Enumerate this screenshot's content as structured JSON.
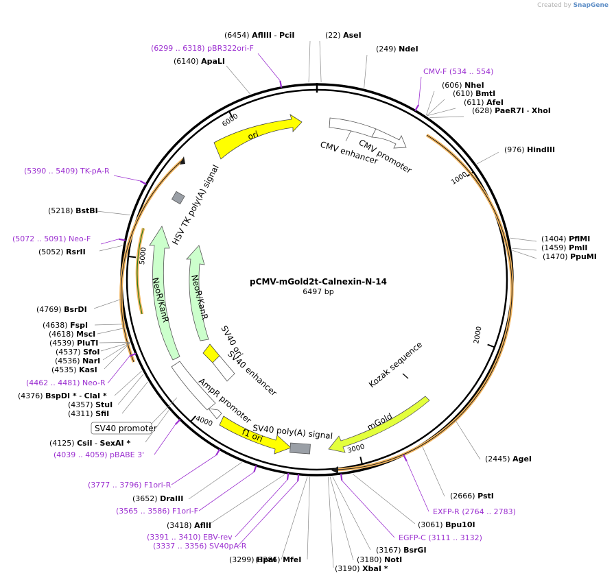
{
  "watermark": {
    "created_by": "Created by",
    "brand": "SnapGene"
  },
  "map": {
    "name": "pCMV-mGold2t-Calnexin-N-14",
    "length_label": "6497 bp",
    "total_bp": 6497,
    "ticks": [
      "1000",
      "2000",
      "3000",
      "4000",
      "5000",
      "6000"
    ]
  },
  "sites": [
    {
      "pos": "(6454)",
      "name": "AflIII",
      "pos2": "",
      "name2": "PciI",
      "bp": 6454
    },
    {
      "pos": "(22)",
      "name": "AseI",
      "bp": 22
    },
    {
      "pos": "(249)",
      "name": "NdeI",
      "bp": 249
    },
    {
      "pos": "(6140)",
      "name": "ApaLI",
      "bp": 6140
    },
    {
      "pos": "(606)",
      "name": "NheI",
      "bp": 606
    },
    {
      "pos": "(610)",
      "name": "BmtI",
      "bp": 610
    },
    {
      "pos": "(611)",
      "name": "AfeI",
      "bp": 611
    },
    {
      "pos": "(628)",
      "name": "PaeR7I",
      "name2": "XhoI",
      "bp": 628
    },
    {
      "pos": "(976)",
      "name": "HindIII",
      "bp": 976
    },
    {
      "pos": "(1404)",
      "name": "PflMI",
      "bp": 1404
    },
    {
      "pos": "(1459)",
      "name": "PmlI",
      "bp": 1459
    },
    {
      "pos": "(1470)",
      "name": "PpuMI",
      "bp": 1470
    },
    {
      "pos": "(2445)",
      "name": "AgeI",
      "bp": 2445
    },
    {
      "pos": "(2666)",
      "name": "PstI",
      "bp": 2666
    },
    {
      "pos": "(3061)",
      "name": "Bpu10I",
      "bp": 3061
    },
    {
      "pos": "(3167)",
      "name": "BsrGI",
      "bp": 3167
    },
    {
      "pos": "(3180)",
      "name": "NotI",
      "bp": 3180
    },
    {
      "pos": "(3190)",
      "name": "XbaI *",
      "bp": 3190
    },
    {
      "pos": "(3286)",
      "name": "MfeI",
      "bp": 3286
    },
    {
      "pos": "(3299)",
      "name": "HpaI",
      "bp": 3299
    },
    {
      "pos": "(3418)",
      "name": "AflII",
      "bp": 3418
    },
    {
      "pos": "(3652)",
      "name": "DraIII",
      "bp": 3652
    },
    {
      "pos": "(4125)",
      "name": "CsiI",
      "name2": "SexAI *",
      "bp": 4125
    },
    {
      "pos": "(4311)",
      "name": "SfiI",
      "bp": 4311
    },
    {
      "pos": "(4357)",
      "name": "StuI",
      "bp": 4357
    },
    {
      "pos": "(4376)",
      "name": "BspDI *",
      "name2": "ClaI *",
      "bp": 4376
    },
    {
      "pos": "(4535)",
      "name": "KasI",
      "bp": 4535
    },
    {
      "pos": "(4536)",
      "name": "NarI",
      "bp": 4536
    },
    {
      "pos": "(4537)",
      "name": "SfoI",
      "bp": 4537
    },
    {
      "pos": "(4539)",
      "name": "PluTI",
      "bp": 4539
    },
    {
      "pos": "(4618)",
      "name": "MscI",
      "bp": 4618
    },
    {
      "pos": "(4638)",
      "name": "FspI",
      "bp": 4638
    },
    {
      "pos": "(4769)",
      "name": "BsrDI",
      "bp": 4769
    },
    {
      "pos": "(5052)",
      "name": "RsrII",
      "bp": 5052
    },
    {
      "pos": "(5218)",
      "name": "BstBI",
      "bp": 5218
    }
  ],
  "primers": [
    {
      "label": "(6299 .. 6318)  pBR322ori-F",
      "bp": 6308
    },
    {
      "label": "CMV-F",
      "range": "(534 .. 554)",
      "bp": 544
    },
    {
      "label": "(5390 .. 5409)  TK-pA-R",
      "bp": 5400
    },
    {
      "label": "(5072 .. 5091)  Neo-F",
      "bp": 5082
    },
    {
      "label": "(4462 .. 4481)  Neo-R",
      "bp": 4472
    },
    {
      "label": "(4039 .. 4059)  pBABE 3'",
      "bp": 4049
    },
    {
      "label": "(3777 .. 3796)  F1ori-R",
      "bp": 3787
    },
    {
      "label": "(3565 .. 3586)  F1ori-F",
      "bp": 3575
    },
    {
      "label": "(3391 .. 3410)  EBV-rev",
      "bp": 3400
    },
    {
      "label": "(3337 .. 3356)  SV40pA-R",
      "bp": 3346
    },
    {
      "label": "EXFP-R   (2764 .. 2783)",
      "bp": 2774
    },
    {
      "label": "EGFP-C   (3111 .. 3132)",
      "bp": 3121
    }
  ],
  "features": {
    "ori": "ori",
    "cmv_enhancer": "CMV enhancer",
    "cmv_promoter": "CMV promoter",
    "hsv_tk": "HSV TK poly(A) signal",
    "neor_outer": "NeoR/KanR",
    "neor_inner": "NeoR/KanR",
    "sv40_ori": "SV40 ori",
    "sv40_enhancer": "SV40 enhancer",
    "kozak": "Kozak sequence",
    "ampr_promoter": "AmpR promoter",
    "f1_ori": "f1 ori",
    "sv40_polya": "SV40 poly(A) signal",
    "mgold": "mGold",
    "sv40_promoter": "SV40 promoter"
  },
  "colors": {
    "backbone": "#000000",
    "orf_orange": "#f2b45c",
    "ori_yellow": "#ffff00",
    "marker_green": "#ccffcc",
    "mgold": "#e3ff3c",
    "primer": "#9b2fd0",
    "polya_gray": "#9a9fa6"
  }
}
